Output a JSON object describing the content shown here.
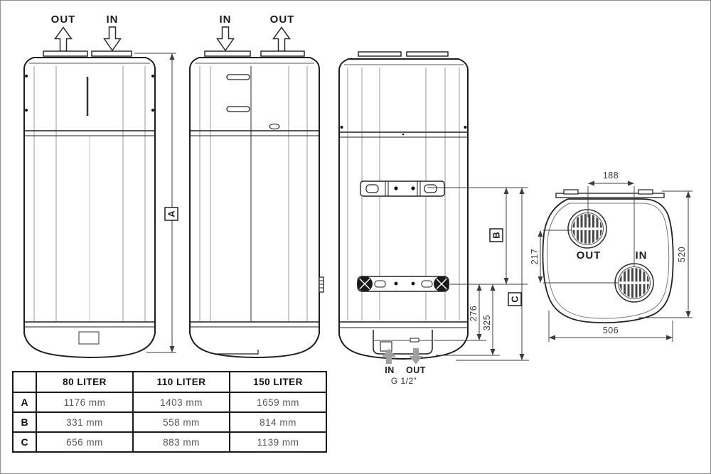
{
  "front_view": {
    "out": "OUT",
    "in": "IN"
  },
  "side_view": {
    "in": "IN",
    "out": "OUT"
  },
  "rear_view": {
    "in": "IN",
    "out": "OUT",
    "thread": "G 1/2”"
  },
  "dims": {
    "a": "A",
    "b": "B",
    "c": "C",
    "d276": "276",
    "d325": "325"
  },
  "top_view": {
    "out": "OUT",
    "in": "IN",
    "d188": "188",
    "d217": "217",
    "d520": "520",
    "d506": "506"
  },
  "table": {
    "headers": [
      "",
      "80 LITER",
      "110 LITER",
      "150 LITER"
    ],
    "rows": [
      {
        "label": "A",
        "values": [
          "1176 mm",
          "1403 mm",
          "1659 mm"
        ]
      },
      {
        "label": "B",
        "values": [
          "331 mm",
          "558 mm",
          "814 mm"
        ]
      },
      {
        "label": "C",
        "values": [
          "656 mm",
          "883 mm",
          "1139 mm"
        ]
      }
    ]
  },
  "colors": {
    "line": "#1d1d1d",
    "panel_line": "#9a9a9a",
    "dim": "#3c3c3c",
    "gray_arrow": "#a0a0a0"
  }
}
